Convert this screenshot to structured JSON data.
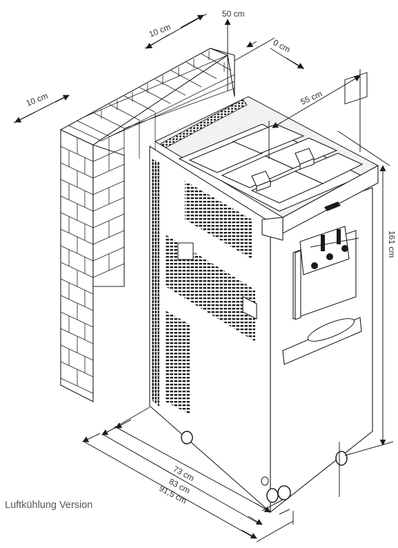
{
  "dimensions": {
    "top_clearance": "50 cm",
    "back_wall_gap": "10 cm",
    "side_wall_gap": "10 cm",
    "right_side_gap": "0 cm",
    "depth_top": "55 cm",
    "height": "161 cm",
    "length_body": "73 cm",
    "length_with_tray": "83 cm",
    "length_total": "91,5 cm"
  },
  "caption": "Luftkühlung Version"
}
